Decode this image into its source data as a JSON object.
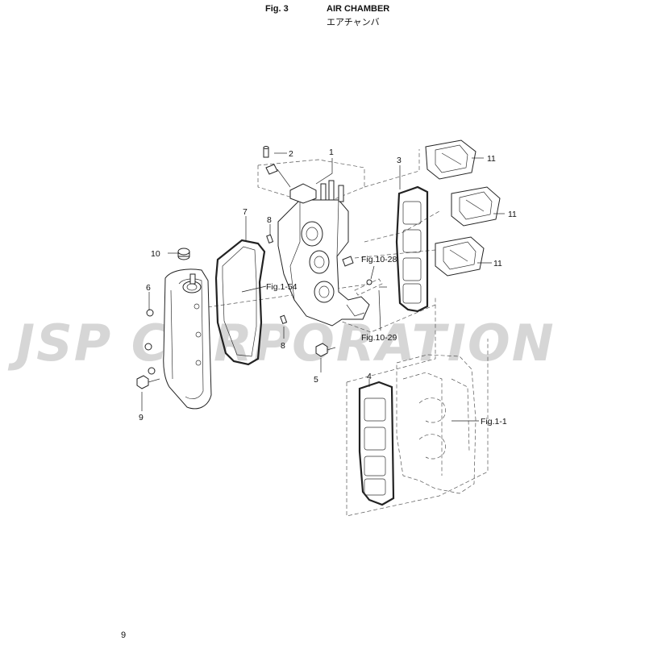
{
  "header": {
    "figure_number": "Fig. 3",
    "title_en": "AIR CHAMBER",
    "title_jp": "エアチャンバ"
  },
  "page_number": "9",
  "watermark": "JSP CORPORATION",
  "callouts": {
    "c1": "1",
    "c2": "2",
    "c3": "3",
    "c4": "4",
    "c5": "5",
    "c6": "6",
    "c7": "7",
    "c8a": "8",
    "c8b": "8",
    "c9": "9",
    "c10": "10",
    "c11a": "11",
    "c11b": "11",
    "c11c": "11"
  },
  "references": {
    "fig10_28": "Fig.10-28",
    "fig10_29": "Fig.10-29",
    "fig1_54": "Fig.1-54",
    "fig1_1": "Fig.1-1"
  }
}
